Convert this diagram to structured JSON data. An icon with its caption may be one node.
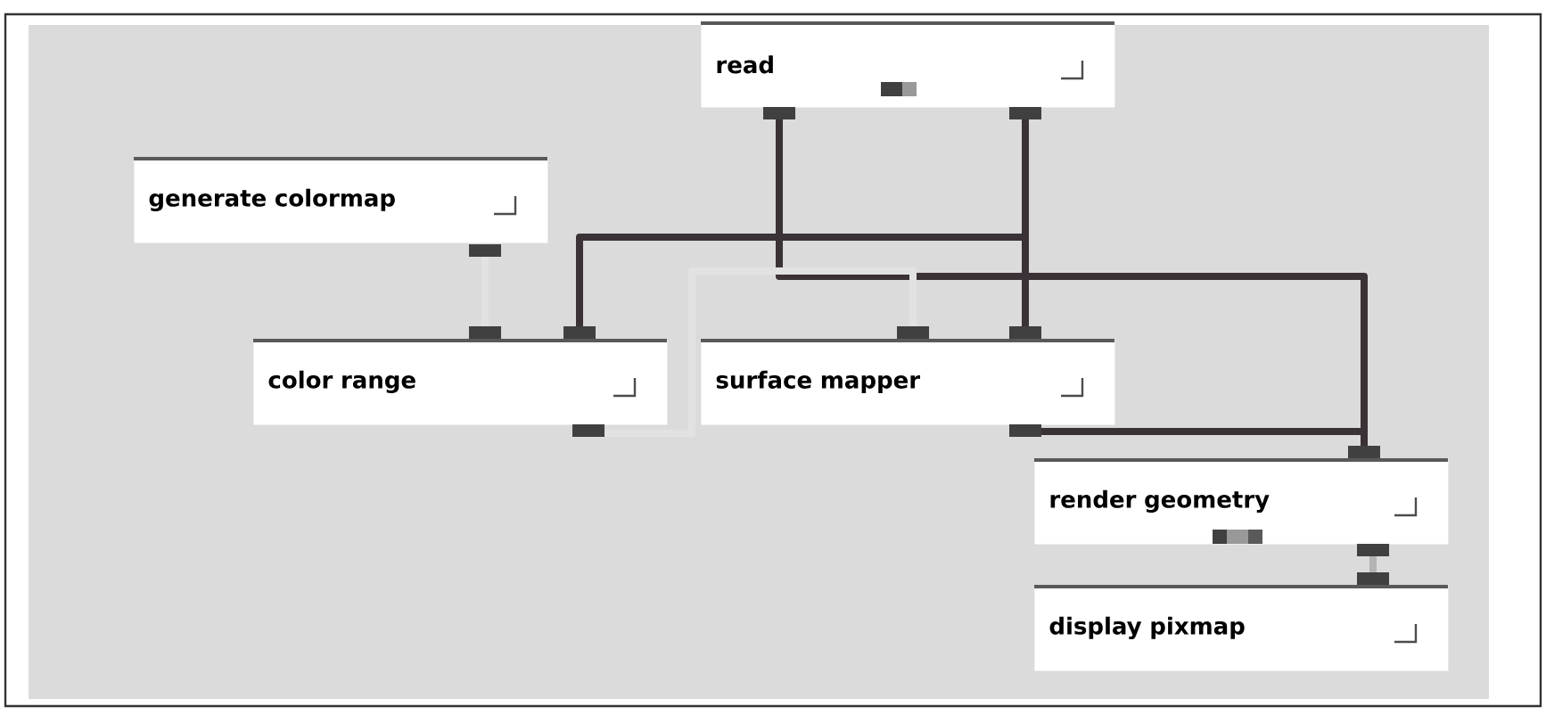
{
  "diagram": {
    "nodes": [
      {
        "text": [
          "read"
        ]
      },
      {
        "text": [
          "generate colormap"
        ]
      },
      {
        "text": [
          "color range"
        ]
      },
      {
        "text": [
          "surface mapper"
        ]
      },
      {
        "text": [
          "render geometry"
        ]
      },
      {
        "text": [
          "display pixmap"
        ]
      }
    ],
    "edges": [
      {
        "from": 0,
        "to": 2,
        "arrow": "none"
      },
      {
        "from": 0,
        "to": 3,
        "arrow": "none"
      },
      {
        "from": 0,
        "to": 4,
        "arrow": "none"
      },
      {
        "from": 1,
        "to": 2,
        "arrow": "none",
        "color": "#e2e2e2"
      },
      {
        "from": 2,
        "to": 3,
        "arrow": "none",
        "color": "#e2e2e2"
      },
      {
        "from": 3,
        "to": 4,
        "arrow": "none"
      },
      {
        "from": 4,
        "to": 5,
        "arrow": "none",
        "color": "#b4b4b4"
      }
    ]
  }
}
